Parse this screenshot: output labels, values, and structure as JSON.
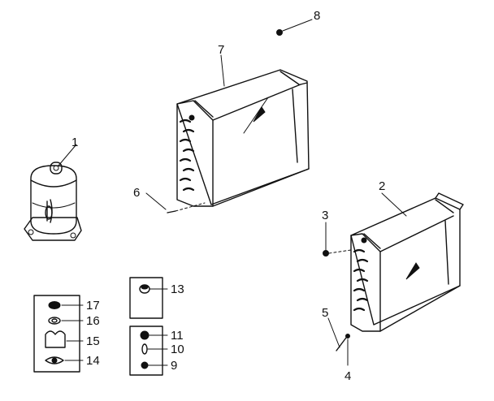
{
  "callouts": [
    {
      "id": "1",
      "label": "1"
    },
    {
      "id": "2",
      "label": "2"
    },
    {
      "id": "3",
      "label": "3"
    },
    {
      "id": "4",
      "label": "4"
    },
    {
      "id": "5",
      "label": "5"
    },
    {
      "id": "6",
      "label": "6"
    },
    {
      "id": "7",
      "label": "7"
    },
    {
      "id": "8",
      "label": "8"
    },
    {
      "id": "9",
      "label": "9"
    },
    {
      "id": "10",
      "label": "10"
    },
    {
      "id": "11",
      "label": "11"
    },
    {
      "id": "13",
      "label": "13"
    },
    {
      "id": "14",
      "label": "14"
    },
    {
      "id": "15",
      "label": "15"
    },
    {
      "id": "16",
      "label": "16"
    },
    {
      "id": "17",
      "label": "17"
    }
  ]
}
